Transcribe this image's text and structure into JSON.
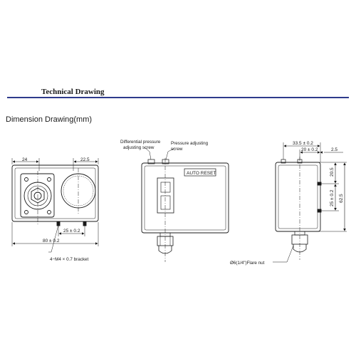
{
  "header": {
    "title": "Technical Drawing",
    "subtitle": "Dimension Drawing(mm)"
  },
  "front_view": {
    "dim_left_width": "24",
    "dim_right_width": "22.5",
    "dim_bracket_spacing": "25 ± 0.2",
    "dim_total_width": "80 ± 0.2",
    "bracket_note": "4−M4 × 0.7 bracket"
  },
  "side_view": {
    "label_differential": "Differential pressure adjusting screw",
    "label_differential_line1": "Differential pressure",
    "label_differential_line2": "adjusting screw",
    "label_pressure_line1": "Pressure adjusting",
    "label_pressure_line2": "screw",
    "auto_reset": "AUTO RESET"
  },
  "right_view": {
    "dim_top_total": "33.5 ± 0.2",
    "dim_top_inner": "20 ± 0.2",
    "dim_top_offset": "2.5",
    "dim_v_upper": "20.5",
    "dim_v_mid": "25 ± 0.2",
    "dim_v_total": "62.5",
    "flare_note": "Ø6(1/4\")Flare nut"
  }
}
